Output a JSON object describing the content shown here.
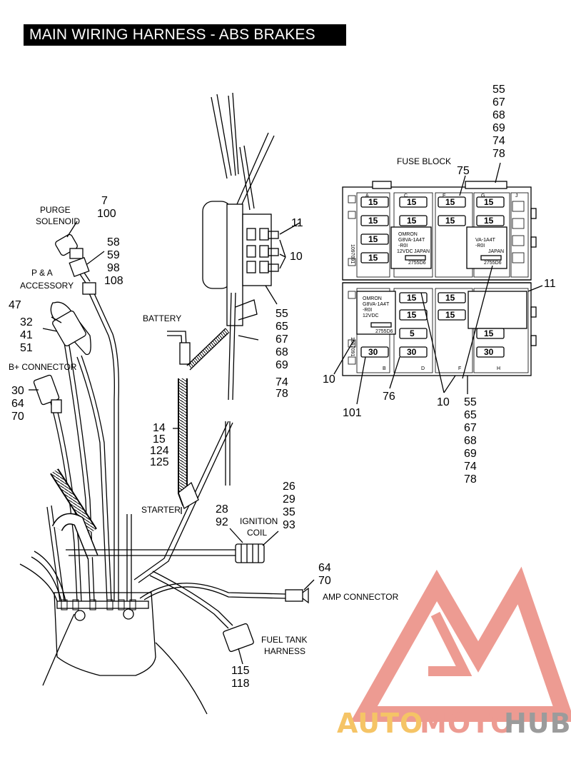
{
  "title": "MAIN WIRING HARNESS - ABS BRAKES",
  "labels": {
    "fuse_block": "FUSE BLOCK",
    "purge_solenoid_1": "PURGE",
    "purge_solenoid_2": "SOLENOID",
    "pa_accessory_1": "P & A",
    "pa_accessory_2": "ACCESSORY",
    "b_plus_connector": "B+ CONNECTOR",
    "battery": "BATTERY",
    "starter": "STARTER",
    "ignition_coil_1": "IGNITION",
    "ignition_coil_2": "COIL",
    "amp_connector": "AMP CONNECTOR",
    "fuel_tank_harness_1": "FUEL TANK",
    "fuel_tank_harness_2": "HARNESS"
  },
  "callouts": {
    "fuse_block_top": [
      "55",
      "67",
      "68",
      "69",
      "74",
      "78"
    ],
    "fuse_block_75": "75",
    "fuse_block_11": "11",
    "fuse_block_bottom": [
      "55",
      "65",
      "67",
      "68",
      "69",
      "74",
      "78"
    ],
    "fuse_block_10_left": "10",
    "fuse_block_10_mid": "10",
    "fuse_block_101": "101",
    "fuse_block_76": "76",
    "purge": [
      "7",
      "100"
    ],
    "purge_hose": [
      "58",
      "59",
      "98",
      "108"
    ],
    "pa_47": "47",
    "pa_group": [
      "32",
      "41",
      "51"
    ],
    "b_plus": [
      "30",
      "64",
      "70"
    ],
    "harness_11": "11",
    "harness_10": "10",
    "harness_group": [
      "55",
      "65",
      "67",
      "68",
      "69",
      "74",
      "78"
    ],
    "battery_group": [
      "14",
      "15",
      "124",
      "125"
    ],
    "ignition_top": [
      "26",
      "29",
      "35",
      "93"
    ],
    "ignition_left": [
      "28",
      "92"
    ],
    "amp": [
      "64",
      "70"
    ],
    "fuel_tank": [
      "115",
      "118"
    ]
  },
  "fuse_block": {
    "fuse_values_top": [
      "15",
      "15",
      "15",
      "15",
      "15",
      "15",
      "15",
      "15",
      "15",
      "15"
    ],
    "fuse_values_bottom": [
      "15",
      "15",
      "15",
      "15",
      "5",
      "15",
      "30",
      "30",
      "30"
    ],
    "relay_text": [
      "OMRON",
      "G8VA-1A4T",
      "-R0I",
      "12VDC",
      "JAPAN",
      "2755D6"
    ],
    "relay2_text": [
      "VA-1A4T",
      "-R0I",
      "JAPAN",
      "2755D6"
    ],
    "side_code": "1097091",
    "row_letters_top": [
      "A",
      "C",
      "E",
      "G",
      "J"
    ],
    "row_letters_bottom": [
      "B",
      "D",
      "F",
      "H"
    ]
  },
  "watermark": {
    "part1": "AUTO",
    "part2": "MOTO",
    "part3": "HUB"
  },
  "colors": {
    "ink": "#000000",
    "watermark_red": "#e87a6e",
    "watermark_orange": "#f2b134",
    "watermark_gray": "#7a7a7a"
  }
}
